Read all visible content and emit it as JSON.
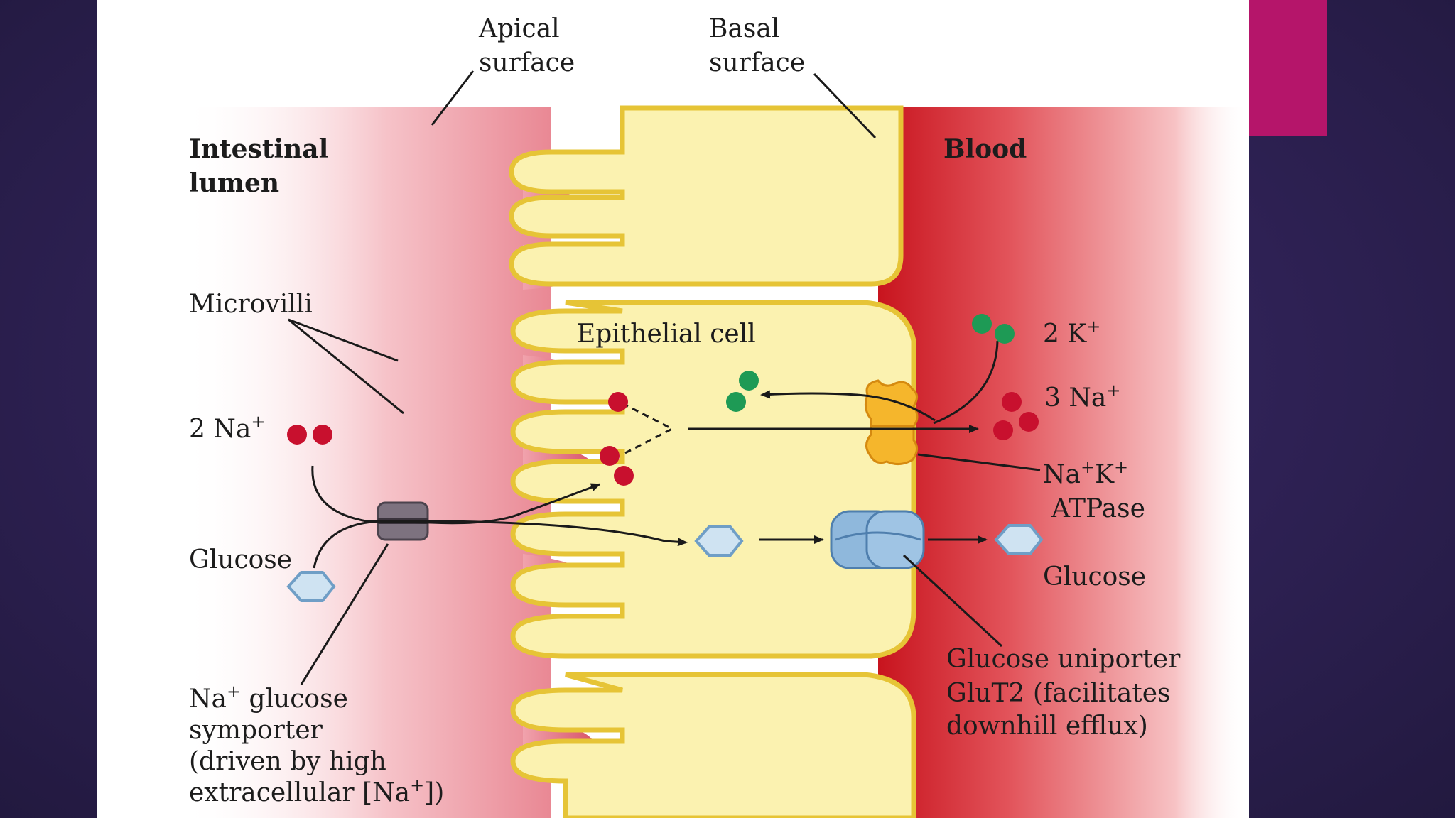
{
  "labels": {
    "apical_surface": [
      "Apical",
      "surface"
    ],
    "basal_surface": [
      "Basal",
      "surface"
    ],
    "intestinal_lumen": [
      "Intestinal",
      "lumen"
    ],
    "blood": "Blood",
    "microvilli": "Microvilli",
    "epithelial_cell": "Epithelial cell",
    "two_na": {
      "prefix": "2 Na",
      "sup": "+"
    },
    "two_k": {
      "prefix": "2 K",
      "sup": "+"
    },
    "three_na": {
      "prefix": "3 Na",
      "sup": "+"
    },
    "na_k_atpase": {
      "line1_a": "Na",
      "line1_sup1": "+",
      "line1_b": "K",
      "line1_sup2": "+",
      "line2": "ATPase"
    },
    "glucose_left": "Glucose",
    "glucose_right": "Glucose",
    "glucose_uniporter": [
      "Glucose uniporter",
      "GluT2 (facilitates",
      "downhill efflux)"
    ],
    "symporter": {
      "line1_a": "Na",
      "line1_sup": "+",
      "line1_b": " glucose",
      "line2": "symporter",
      "line3": "(driven by high",
      "line4_a": "extracellular [Na",
      "line4_sup": "+",
      "line4_b": "])"
    }
  },
  "colors": {
    "background": "#2e2154",
    "accent": "#b5156a",
    "lumen": "#f3b6bf",
    "blood": "#d8242d",
    "cell": "#fbf2b0",
    "membrane": "#e6c436",
    "sodium": "#c8102e",
    "potassium": "#1e9a55",
    "glucose": "#cfe3f2",
    "uniporter": "#8fb8dc",
    "atpase": "#f2a522",
    "symporter": "#7a6f7a"
  }
}
